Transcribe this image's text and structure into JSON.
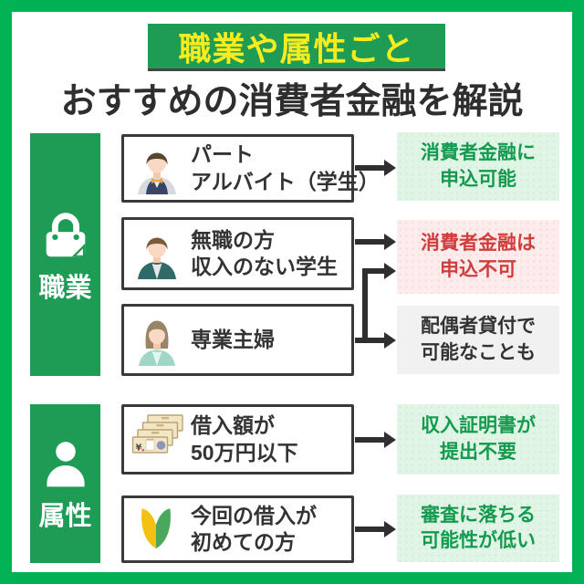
{
  "title": {
    "highlight": "職業や属性ごと",
    "main": "おすすめの消費者金融を解説"
  },
  "sidebars": {
    "occupation": {
      "label": "職業",
      "icon": "bag-icon"
    },
    "attribute": {
      "label": "属性",
      "icon": "person-icon"
    }
  },
  "rows": [
    {
      "id": "part-time",
      "icon": "part-time-worker-avatar",
      "label_line1": "パート",
      "label_line2": "アルバイト（学生）",
      "result": {
        "line1": "消費者金融に",
        "line2": "申込可能",
        "type": "positive"
      }
    },
    {
      "id": "unemployed",
      "icon": "unemployed-man-avatar",
      "label_line1": "無職の方",
      "label_line2": "収入のない学生",
      "result": {
        "line1": "消費者金融は",
        "line2": "申込不可",
        "type": "negative"
      }
    },
    {
      "id": "housewife",
      "icon": "housewife-avatar",
      "label_line1": "専業主婦",
      "result": {
        "line1": "配偶者貸付で",
        "line2": "可能なことも",
        "type": "neutral"
      }
    },
    {
      "id": "small-loan",
      "icon": "banknotes-icon",
      "label_line1": "借入額が",
      "label_line2": "50万円以下",
      "result": {
        "line1": "収入証明書が",
        "line2": "提出不要",
        "type": "positive"
      }
    },
    {
      "id": "first-loan",
      "icon": "beginner-mark-icon",
      "label_line1": "今回の借入が",
      "label_line2": "初めての方",
      "result": {
        "line1": "審査に落ちる",
        "line2": "可能性が低い",
        "type": "positive"
      }
    }
  ],
  "colors": {
    "frame_green": "#00b254",
    "panel_green": "#1e9b54",
    "title_yellow": "#f8ec1e",
    "positive_bg": "#e1f5e7",
    "positive_text": "#149a4e",
    "negative_bg": "#fdecec",
    "negative_text": "#cf3d3d",
    "neutral_bg": "#f1f1f2",
    "text_dark": "#333333",
    "arrow": "#2f2f2f"
  }
}
